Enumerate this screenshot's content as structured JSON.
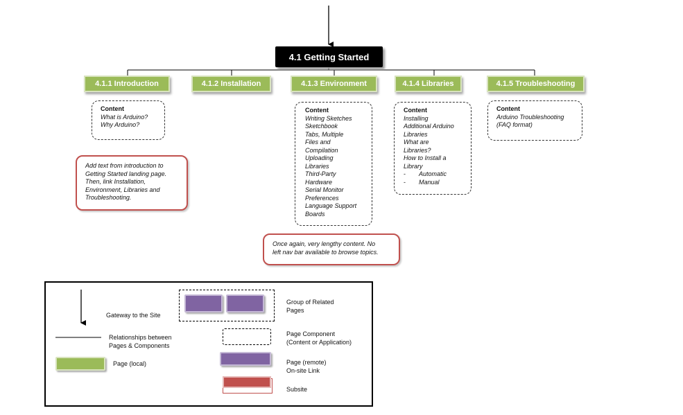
{
  "root": {
    "label": "4.1 Getting Started"
  },
  "pages": [
    {
      "label": "4.1.1 Introduction"
    },
    {
      "label": "4.1.2 Installation"
    },
    {
      "label": "4.1.3 Environment"
    },
    {
      "label": "4.1.4 Libraries"
    },
    {
      "label": "4.1.5 Troubleshooting"
    }
  ],
  "components": {
    "introduction": {
      "heading": "Content",
      "items": [
        "What is Arduino?",
        "Why Arduino?"
      ]
    },
    "environment": {
      "heading": "Content",
      "items": [
        "Writing Sketches",
        "Sketchbook",
        "Tabs, Multiple",
        "Files and",
        "Compilation",
        "Uploading",
        "Libraries",
        "Third-Party",
        "Hardware",
        "Serial Monitor",
        "Preferences",
        "Language Support",
        "Boards"
      ]
    },
    "libraries": {
      "heading": "Content",
      "items": [
        "Installing",
        "Additional Arduino",
        "Libraries",
        "What are",
        "Libraries?",
        "How to Install a",
        "Library"
      ],
      "subitems": [
        {
          "dash": "-",
          "label": "Automatic"
        },
        {
          "dash": "-",
          "label": "Manual"
        }
      ]
    },
    "troubleshooting": {
      "heading": "Content",
      "items": [
        "Arduino Troubleshooting",
        "(FAQ format)"
      ]
    }
  },
  "notes": {
    "introduction": [
      "Add text from introduction to",
      "Getting Started landing page.",
      "Then, link Installation,",
      "Environment, Libraries and",
      "Troubleshooting."
    ],
    "environment": [
      "Once again, very lengthy content. No",
      "left nav bar available to browse topics."
    ]
  },
  "legend": {
    "gateway": "Gateway to the Site",
    "relationships": [
      "Relationships between",
      "Pages & Components"
    ],
    "page_local": "Page (local)",
    "group": [
      "Group of Related",
      "Pages"
    ],
    "component": [
      "Page Component",
      "(Content or Application)"
    ],
    "page_remote": [
      "Page (remote)",
      "On-site Link"
    ],
    "subsite": "Subsite"
  },
  "colors": {
    "page_local": "#9bbb59",
    "page_remote": "#8064a2",
    "subsite": "#c0504d",
    "root": "#000000",
    "note_border": "#c0504d"
  }
}
